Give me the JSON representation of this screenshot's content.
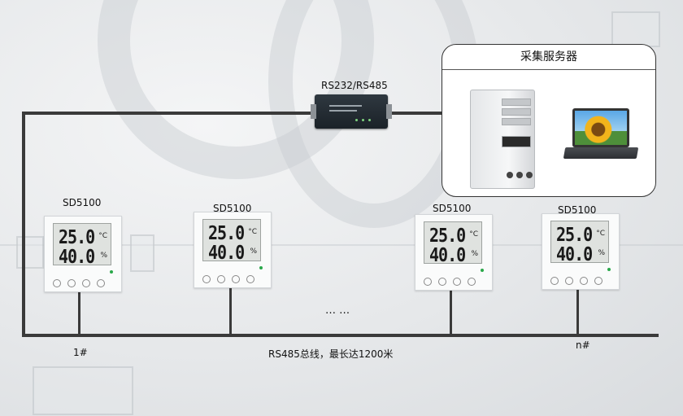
{
  "converter": {
    "label": "RS232/RS485"
  },
  "server": {
    "title": "采集服务器"
  },
  "sensors": [
    {
      "model": "SD5100",
      "temperature": "25.0",
      "humidity": "40.0",
      "temp_unit": "°C",
      "hum_unit": "%"
    },
    {
      "model": "SD5100",
      "temperature": "25.0",
      "humidity": "40.0",
      "temp_unit": "°C",
      "hum_unit": "%"
    },
    {
      "model": "SD5100",
      "temperature": "25.0",
      "humidity": "40.0",
      "temp_unit": "°C",
      "hum_unit": "%"
    },
    {
      "model": "SD5100",
      "temperature": "25.0",
      "humidity": "40.0",
      "temp_unit": "°C",
      "hum_unit": "%"
    }
  ],
  "labels": {
    "first": "1#",
    "last": "n#",
    "ellipsis": "… …",
    "bus": "RS485总线，最长达1200米"
  },
  "colors": {
    "bus_line": "#3a3a3a",
    "panel_border": "#333333"
  }
}
